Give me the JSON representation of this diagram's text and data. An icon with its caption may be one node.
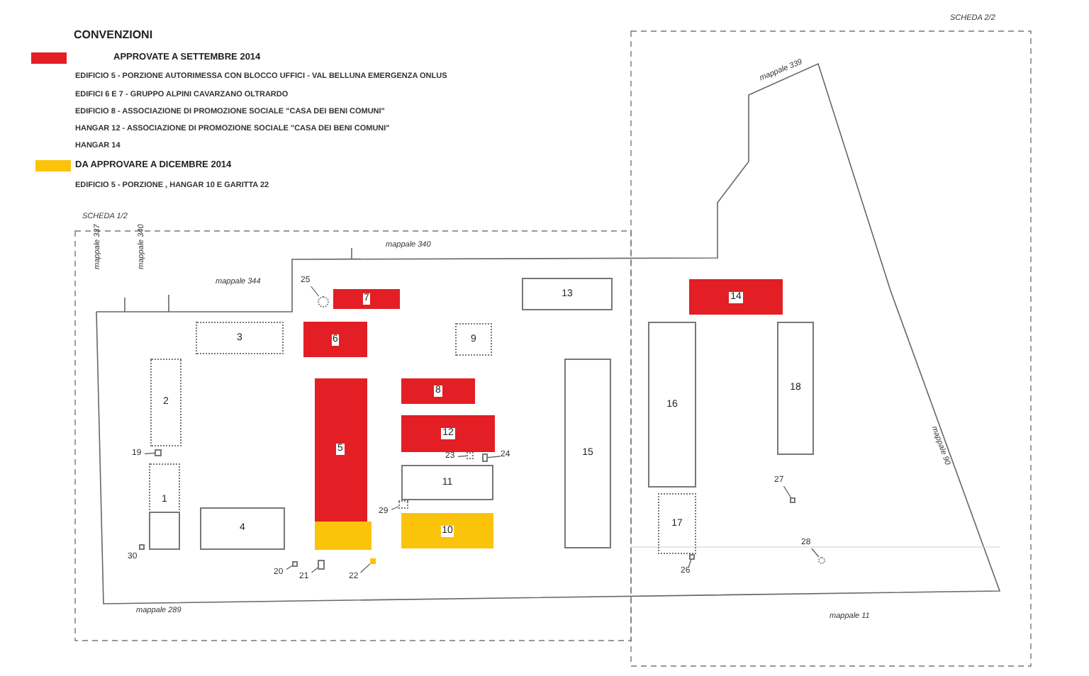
{
  "diagram": {
    "title": "CONVENZIONI",
    "nodes": [
      {
        "text": [
          "1"
        ]
      },
      {
        "text": [
          "2"
        ]
      },
      {
        "text": [
          "3"
        ]
      },
      {
        "text": [
          "4"
        ]
      },
      {
        "text": [
          "5"
        ]
      },
      {
        "text": [
          "6"
        ]
      },
      {
        "text": [
          "7"
        ]
      },
      {
        "text": [
          "8"
        ]
      },
      {
        "text": [
          "9"
        ]
      },
      {
        "text": [
          "10"
        ]
      },
      {
        "text": [
          "11"
        ]
      },
      {
        "text": [
          "12"
        ]
      },
      {
        "text": [
          "13"
        ]
      },
      {
        "text": [
          "14"
        ]
      },
      {
        "text": [
          "15"
        ]
      },
      {
        "text": [
          "16"
        ]
      },
      {
        "text": [
          "17"
        ]
      },
      {
        "text": [
          "18"
        ]
      },
      {
        "text": [
          "19"
        ]
      },
      {
        "text": [],
        "shape": "box"
      },
      {
        "text": [
          "20"
        ]
      },
      {
        "text": [],
        "shape": "box"
      },
      {
        "text": [
          "21"
        ]
      },
      {
        "text": [],
        "shape": "box"
      },
      {
        "text": [
          "22"
        ]
      },
      {
        "text": [],
        "shape": "box"
      },
      {
        "text": [
          "23"
        ]
      },
      {
        "text": [],
        "shape": "box"
      },
      {
        "text": [
          "24"
        ]
      },
      {
        "text": [],
        "shape": "box"
      },
      {
        "text": [
          "25"
        ]
      },
      {
        "text": [],
        "shape": "circle"
      },
      {
        "text": [
          "26"
        ]
      },
      {
        "text": [],
        "shape": "box"
      },
      {
        "text": [
          "27"
        ]
      },
      {
        "text": [],
        "shape": "box"
      },
      {
        "text": [
          "28"
        ]
      },
      {
        "text": [],
        "shape": "circle"
      },
      {
        "text": [
          "29"
        ]
      },
      {
        "text": [],
        "shape": "box"
      },
      {
        "text": [
          "30"
        ]
      },
      {
        "text": [],
        "shape": "box"
      }
    ],
    "edges": [
      {
        "from": 18,
        "to": 19,
        "arrow": "none"
      },
      {
        "from": 20,
        "to": 21,
        "arrow": "none"
      },
      {
        "from": 22,
        "to": 23,
        "arrow": "none"
      },
      {
        "from": 24,
        "to": 25,
        "arrow": "none"
      },
      {
        "from": 26,
        "to": 27,
        "arrow": "none"
      },
      {
        "from": 28,
        "to": 29,
        "arrow": "none"
      },
      {
        "from": 30,
        "to": 31,
        "arrow": "none"
      },
      {
        "from": 32,
        "to": 33,
        "arrow": "none"
      },
      {
        "from": 34,
        "to": 35,
        "arrow": "none"
      },
      {
        "from": 36,
        "to": 37,
        "arrow": "none"
      },
      {
        "from": 38,
        "to": 39,
        "arrow": "none"
      }
    ],
    "labels": [
      "EDIFICIO 5 - PORZIONE AUTORIMESSA CON BLOCCO UFFICI - VAL BELLUNA EMERGENZA ONLUS",
      "EDIFICI 6 E 7 - GRUPPO ALPINI CAVARZANO OLTRARDO",
      "EDIFICIO 8 - ASSOCIAZIONE DI PROMOZIONE SOCIALE \"CASA DEI BENI COMUNI\"",
      "HANGAR 12 - ASSOCIAZIONE DI PROMOZIONE SOCIALE \"CASA DEI BENI COMUNI\"",
      "HANGAR 14",
      "EDIFICIO 5 - PORZIONE , HANGAR 10 E GARITTA 22",
      "SCHEDA 2/2",
      "SCHEDA 1/2",
      "mappale 339",
      "mappale 337",
      "mappale 340",
      "mappale 340",
      "mappale 344",
      "mappale 90",
      "mappale 289",
      "mappale 11"
    ],
    "legend": [
      {
        "text": "APPROVATE A SETTEMBRE 2014",
        "color": "#e31e24"
      },
      {
        "text": "DA APPROVARE A DICEMBRE 2014",
        "color": "#fcc30b"
      }
    ]
  }
}
